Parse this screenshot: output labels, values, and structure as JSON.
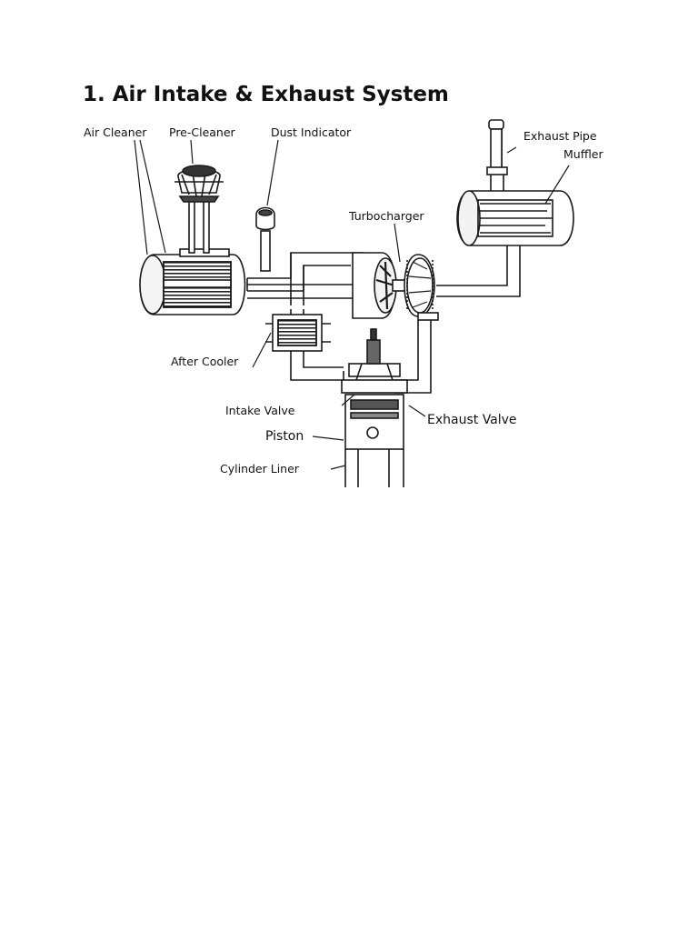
{
  "document": {
    "title": "1. Air Intake & Exhaust System"
  },
  "diagram": {
    "labels": {
      "air_cleaner": "Air Cleaner",
      "pre_cleaner": "Pre-Cleaner",
      "dust_indicator": "Dust Indicator",
      "turbocharger": "Turbocharger",
      "exhaust_pipe": "Exhaust Pipe",
      "muffler": "Muffler",
      "after_cooler": "After Cooler",
      "intake_valve": "Intake Valve",
      "exhaust_valve": "Exhaust Valve",
      "piston": "Piston",
      "cylinder_liner": "Cylinder Liner"
    },
    "colors": {
      "line": "#1a1a1a",
      "shade": "#555555",
      "fill": "#ffffff"
    }
  }
}
